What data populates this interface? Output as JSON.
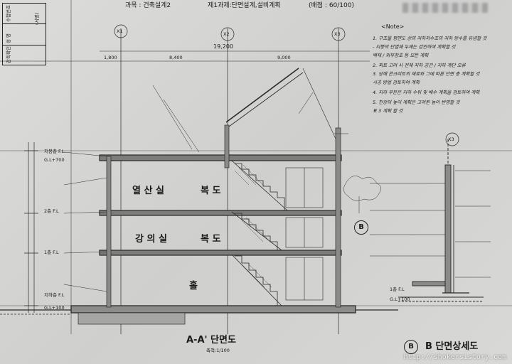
{
  "header": {
    "course": "과목 : 건축설계2",
    "assignment": "제1과제:단면설계,설비계획",
    "score": "(배점 : 60/100)"
  },
  "title_block": {
    "rows": [
      "수험번호",
      "성  명",
      "감독확인"
    ],
    "signature": "(서명)"
  },
  "grid": {
    "axes": [
      "X1",
      "X2",
      "X3"
    ],
    "dim_top": "19,200",
    "dims_row": [
      "1,800",
      "8,400",
      "9,000"
    ]
  },
  "note": {
    "title": "<Note>",
    "lines": [
      "1. 구조물 평면도 상의 지하저수조의 지하 방수를 유념할 것",
      "- 지붕의 단열재 두께는 감안하여 계획할 것",
      "  벽체 / 외부창호 등 모든 계획",
      "2. 피트 고려 시 전체 지하 공간 / 지하 계단 오류",
      "3. 당해 콘크리트의 재료와 그에 따른 단면 층 계획할 것",
      "   시공 방법 검토하여 계획",
      "4. 지하 부분은 지하 수위 및 배수 계획을 검토하여 계획",
      "5. 천장의 높이 계획은 고려된 높이 반영할 것",
      "   표 3 계획 할 것"
    ]
  },
  "labels": {
    "section_a_title": "A-A' 단면도",
    "section_a_scale": "축척:1/100",
    "section_b_title": "B 단면상세도",
    "detail_b": "B",
    "rooms": [
      "열 산 실",
      "복 도",
      "강 의 실",
      "복 도",
      "홀"
    ],
    "left_tags": [
      "지붕층 F.L",
      "G.L+700",
      "2층 F.L",
      "1층 F.L",
      "G.L+100",
      "지하층 F.L"
    ],
    "gl_b": "G.L+100",
    "fl_b": "1층 F.L"
  },
  "watermark": "http://shokersistory.com"
}
